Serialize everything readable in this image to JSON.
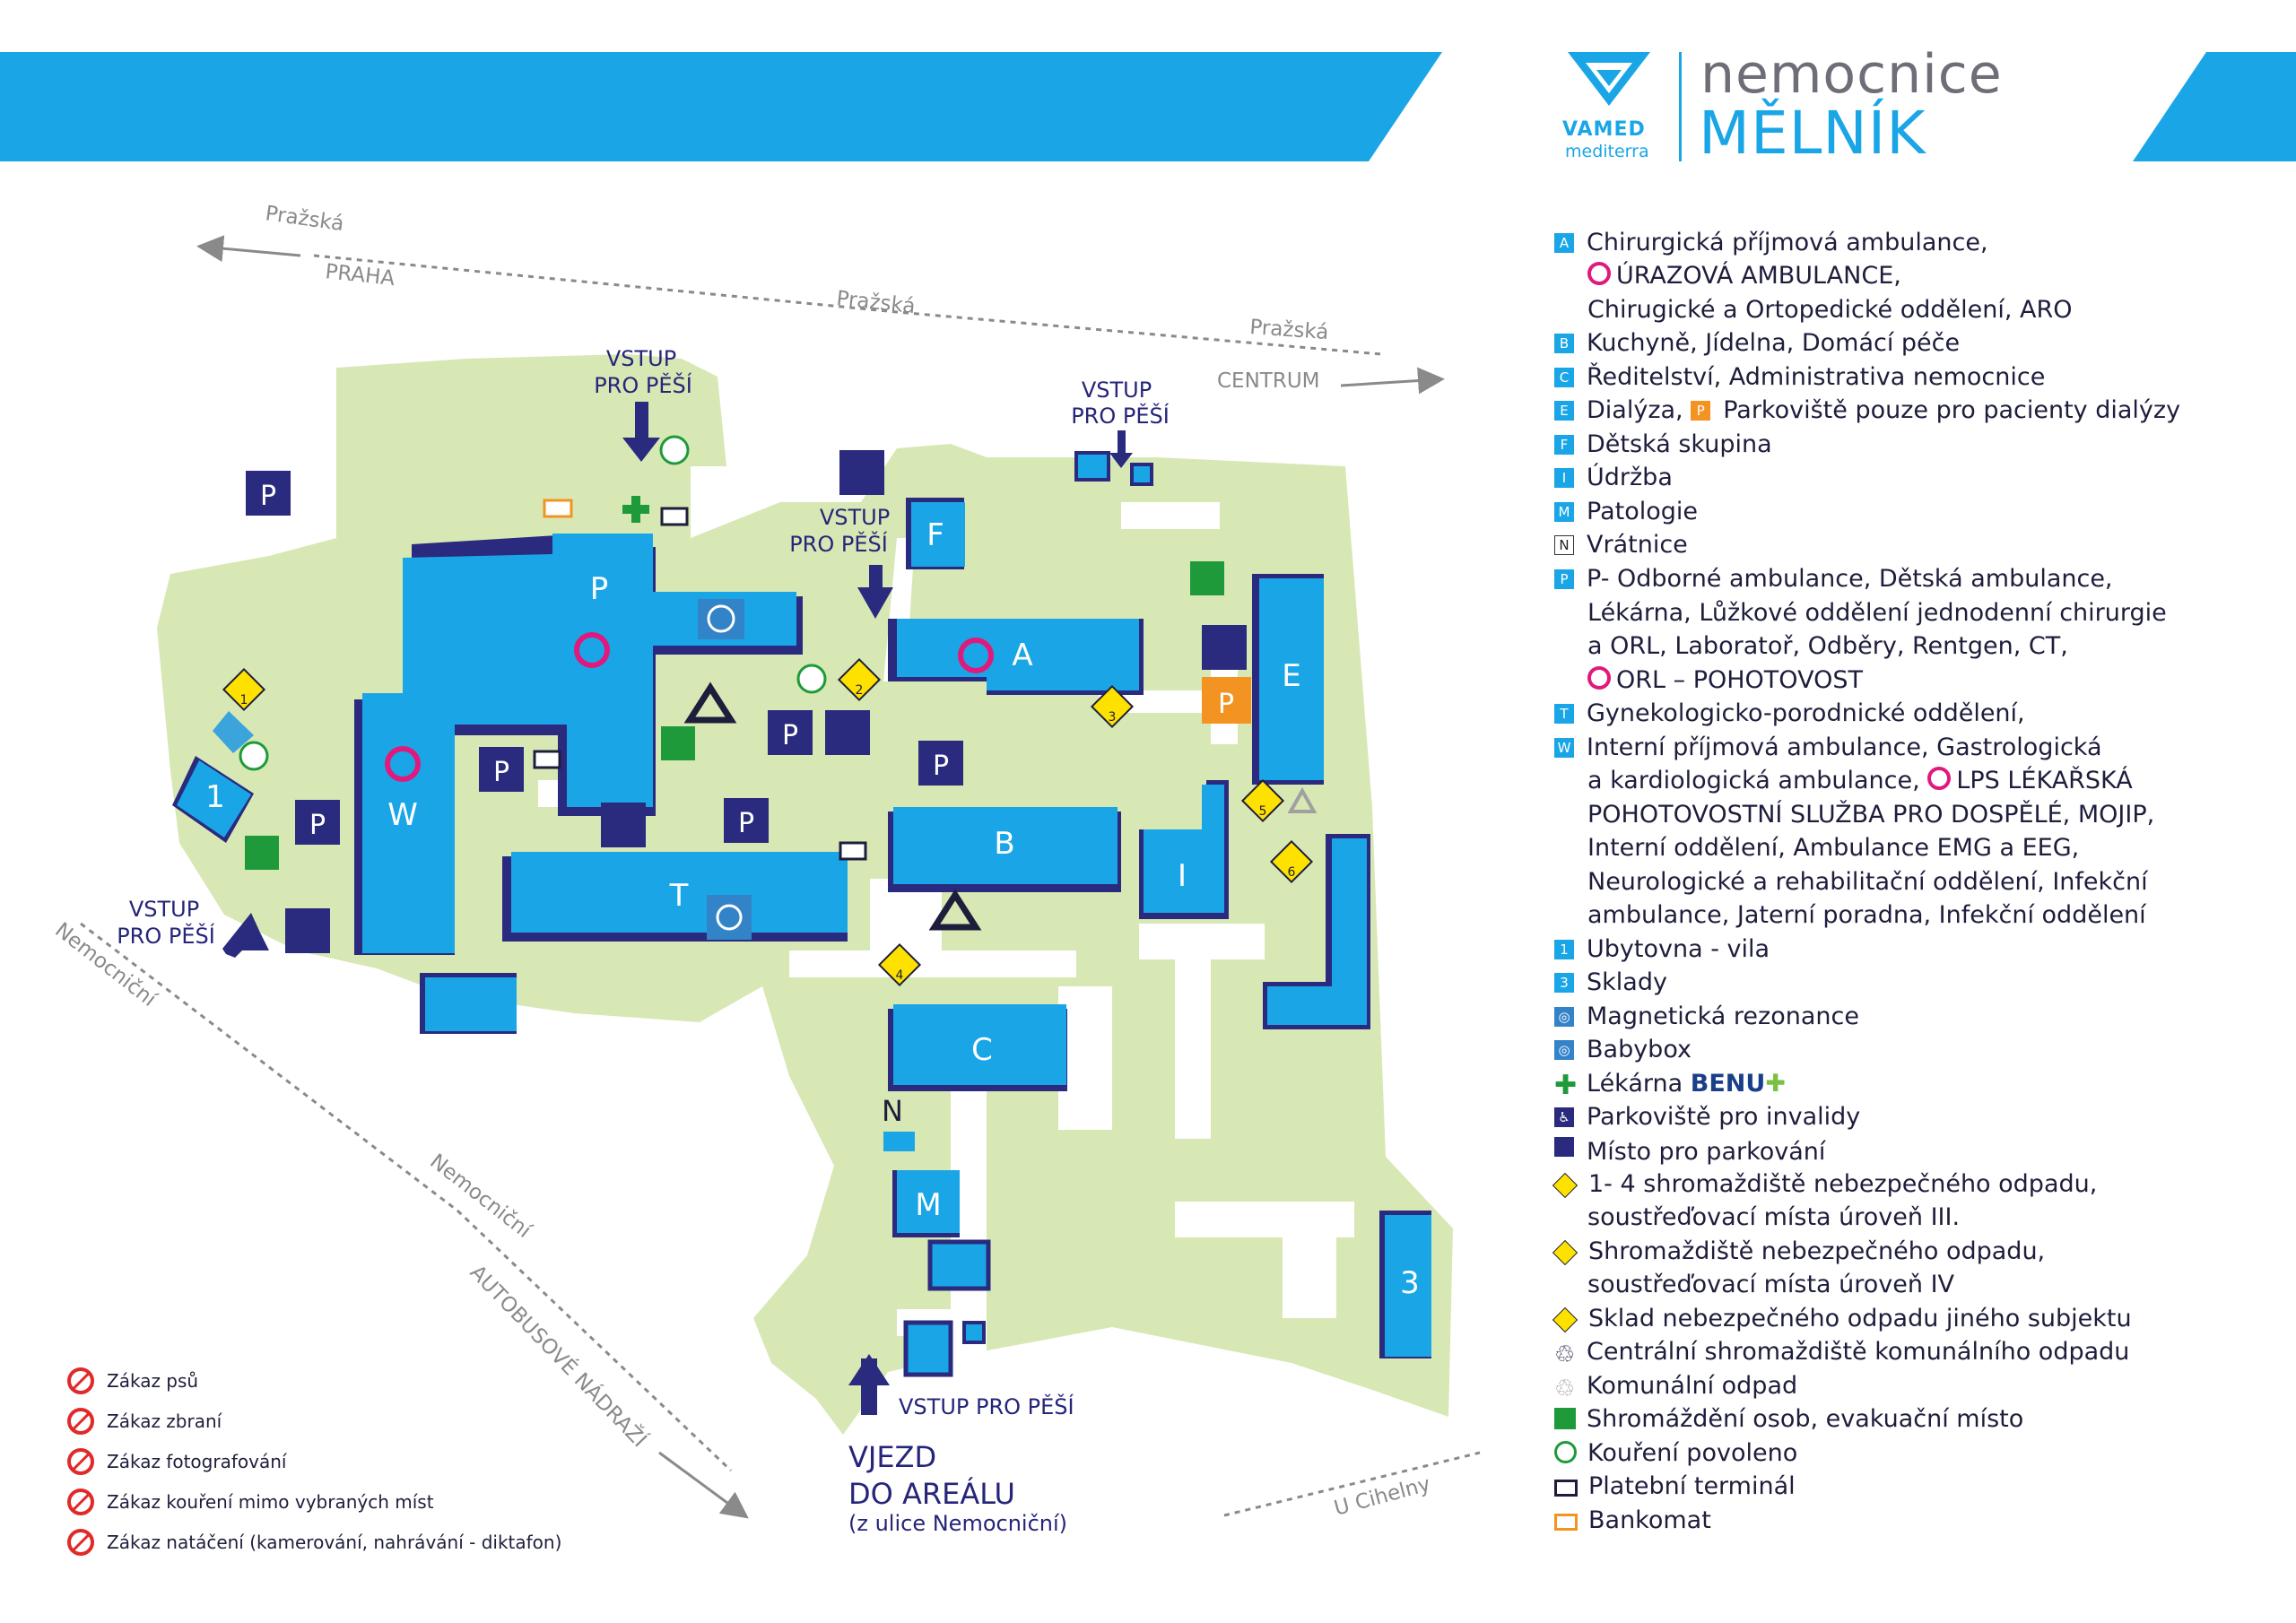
{
  "colors": {
    "accent": "#1aa6e6",
    "navy": "#2a2a7e",
    "ground": "#d7e8b4",
    "pink": "#e0197d",
    "orange": "#f39322",
    "hazard": "#ffe100",
    "green": "#1f9a3a"
  },
  "brand": {
    "vamed": "VAMED",
    "mediterra": "mediterra",
    "title1": "nemocnice",
    "title2": "MĚLNÍK"
  },
  "map": {
    "streets": {
      "prazska1": "Pražská",
      "praha": "PRAHA",
      "prazska2": "Pražská",
      "prazska3": "Pražská",
      "centrum": "CENTRUM",
      "nemocnicni1": "Nemocniční",
      "nemocnicni2": "Nemocniční",
      "autobus": "AUTOBUSOVÉ NÁDRAŽÍ",
      "ucihelny": "U Cihelny"
    },
    "entries": {
      "e1a": "VSTUP",
      "e1b": "PRO PĚŠÍ",
      "e2a": "VSTUP",
      "e2b": "PRO PĚŠÍ",
      "e3a": "VSTUP",
      "e3b": "PRO PĚŠÍ",
      "e4a": "VSTUP",
      "e4b": "PRO PĚŠÍ",
      "e5": "VSTUP PRO PĚŠÍ"
    },
    "vjezd": {
      "l1": "VJEZD",
      "l2": "DO AREÁLU",
      "l3": "(z ulice Nemocniční)"
    },
    "buildings": {
      "P": "P",
      "W": "W",
      "T": "T",
      "A": "A",
      "F": "F",
      "E": "E",
      "B": "B",
      "I": "I",
      "C": "C",
      "M": "M",
      "N": "N",
      "one": "1",
      "three": "3"
    },
    "parking": "P",
    "hazard_numbers": [
      "1",
      "2",
      "3",
      "4",
      "5",
      "6"
    ]
  },
  "legend": {
    "A_code": "A",
    "A1": "Chirurgická příjmová ambulance,",
    "A2": "ÚRAZOVÁ AMBULANCE,",
    "A3": "Chirugické a Ortopedické oddělení, ARO",
    "B_code": "B",
    "B": "Kuchyně, Jídelna, Domácí péče",
    "C_code": "C",
    "C": "Ředitelství, Administrativa nemocnice",
    "E_code": "E",
    "E1": "Dialýza,",
    "E_p": "P",
    "E2": "Parkoviště pouze pro pacienty dialýzy",
    "F_code": "F",
    "F": "Dětská skupina",
    "I_code": "I",
    "I": "Údržba",
    "M_code": "M",
    "M": "Patologie",
    "N_code": "N",
    "N": "Vrátnice",
    "P_code": "P",
    "P1": "P- Odborné ambulance, Dětská ambulance,",
    "P2": "Lékárna, Lůžkové oddělení jednodenní chirurgie",
    "P3": "a ORL, Laboratoř, Odběry, Rentgen, CT,",
    "P4": "ORL – POHOTOVOST",
    "T_code": "T",
    "T": "Gynekologicko-porodnické oddělení,",
    "W_code": "W",
    "W1": "Interní příjmová ambulance, Gastrologická",
    "W2a": "a kardiologická ambulance,",
    "W2b": "LPS LÉKAŘSKÁ",
    "W3": "POHOTOVOSTNÍ SLUŽBA PRO DOSPĚLÉ, MOJIP,",
    "W4": "Interní oddělení, Ambulance EMG a EEG,",
    "W5": "Neurologické a rehabilitační oddělení, Infekční",
    "W6": "ambulance, Jaterní poradna, Infekční oddělení",
    "one_code": "1",
    "one": "Ubytovna - vila",
    "three_code": "3",
    "three": "Sklady",
    "mri": "Magnetická rezonance",
    "babybox": "Babybox",
    "pharmacy": "Lékárna",
    "benu": "BENU",
    "disabled": "Parkoviště pro invalidy",
    "park": "Místo pro parkování",
    "haz1a": "1- 4 shromaždiště nebezpečného odpadu,",
    "haz1b": "soustřeďovací místa úroveň III.",
    "haz2a": "Shromaždiště nebezpečného odpadu,",
    "haz2b": "soustřeďovací místa úroveň IV",
    "haz3": "Sklad nebezpečného odpadu jiného subjektu",
    "recyc1": "Centrální shromaždiště komunálního odpadu",
    "recyc2": "Komunální odpad",
    "assembly": "Shromáždění osob, evakuační místo",
    "smoking": "Kouření povoleno",
    "terminal": "Platební terminál",
    "atm": "Bankomat"
  },
  "prohibitions": [
    "Zákaz psů",
    "Zákaz zbraní",
    "Zákaz fotografování",
    "Zákaz kouření mimo vybraných míst",
    "Zákaz natáčení (kamerování, nahrávání - diktafon)"
  ]
}
